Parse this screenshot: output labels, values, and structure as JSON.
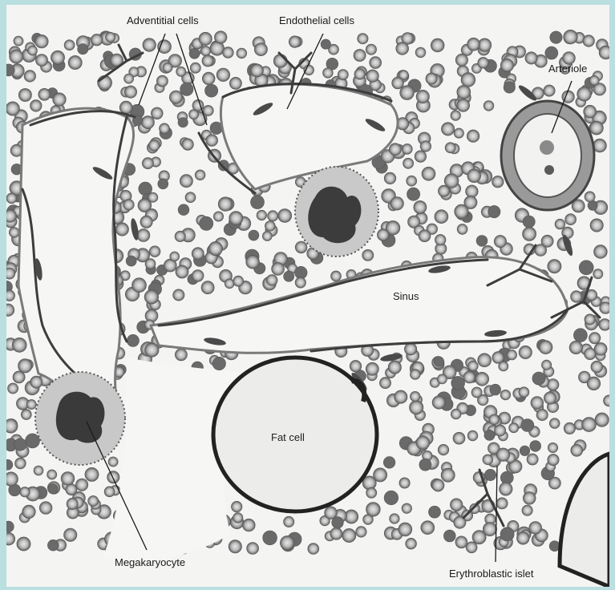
{
  "labels": {
    "adventitial": "Adventitial cells",
    "endothelial": "Endothelial cells",
    "arteriole": "Arteriole",
    "sinus": "Sinus",
    "fat_cell": "Fat cell",
    "megakaryocyte": "Megakaryocyte",
    "erythroblastic": "Erythroblastic islet"
  },
  "colors": {
    "frame": "#b9dfe0",
    "paper": "#f4f4f2",
    "cell_fill": "#cfcfcf",
    "cell_dark": "#6f6f6f",
    "membrane": "#8c8c8c",
    "ink": "#1a1a1a"
  }
}
